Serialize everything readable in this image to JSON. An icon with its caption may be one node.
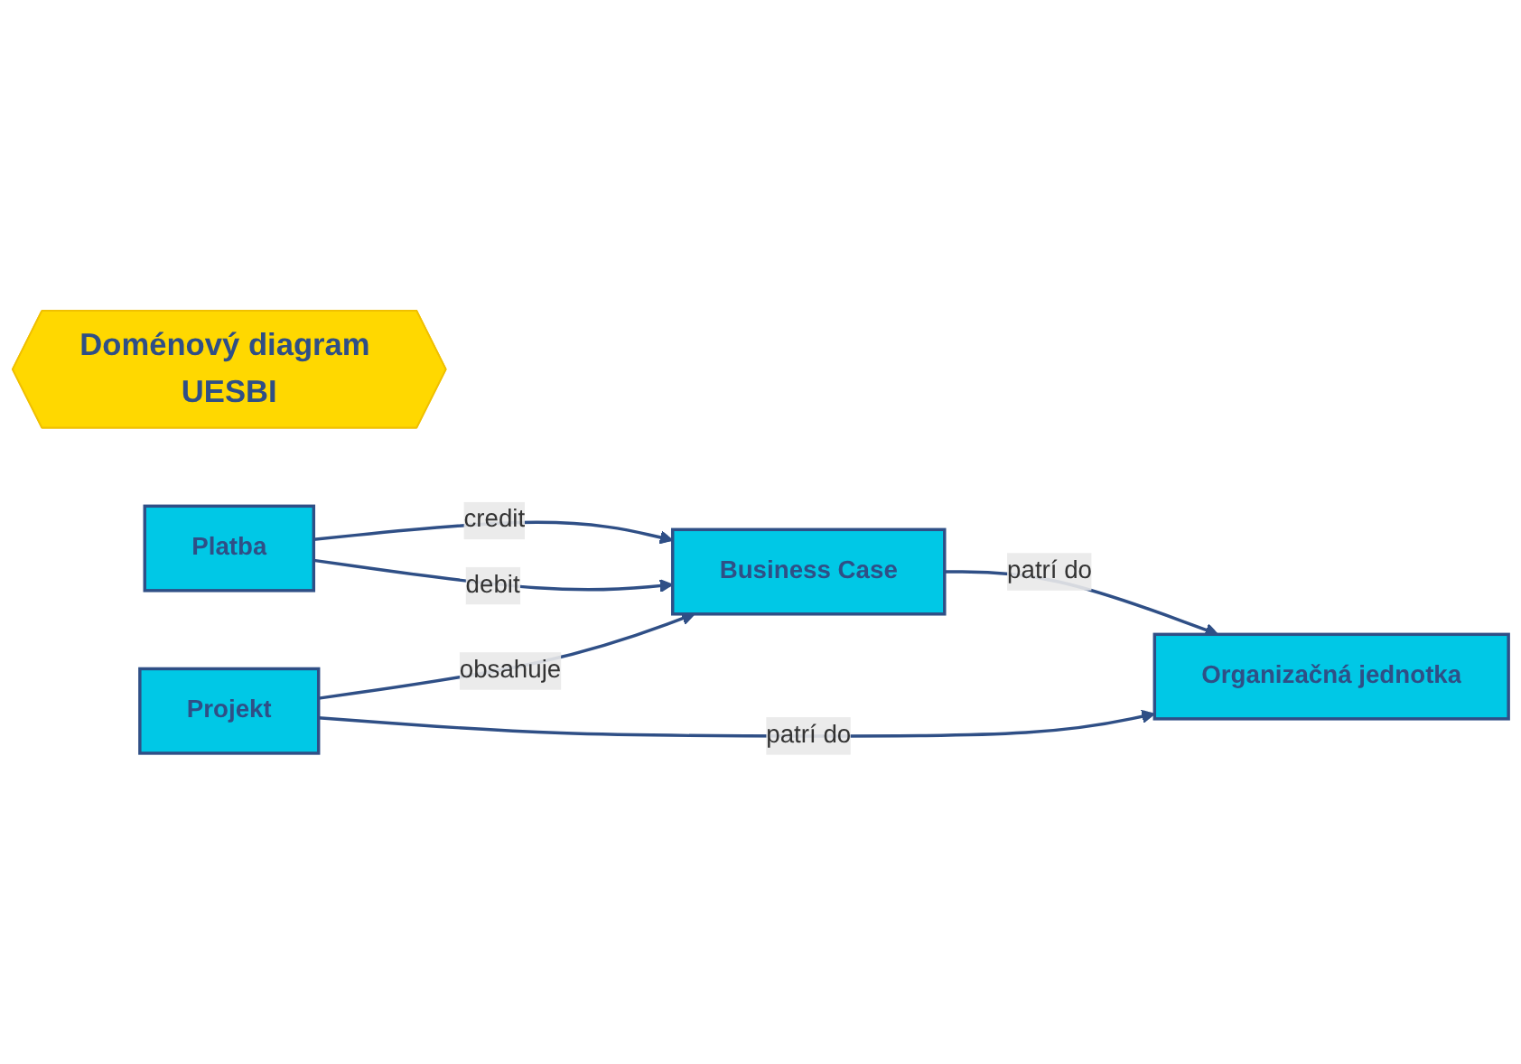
{
  "diagram": {
    "nodes": [
      {
        "text": [
          "Doménový diagram UESBI"
        ]
      },
      {
        "text": [
          "Business Case"
        ]
      },
      {
        "text": [
          "Platba"
        ]
      },
      {
        "text": [
          "Projekt"
        ]
      },
      {
        "text": [
          "Organizačná jednotka"
        ]
      }
    ],
    "edges": [
      {
        "from": 2,
        "to": 1,
        "arrow": "to",
        "label": "credit"
      },
      {
        "from": 2,
        "to": 1,
        "arrow": "to",
        "label": "debit"
      },
      {
        "from": 3,
        "to": 1,
        "arrow": "to",
        "label": "obsahuje"
      },
      {
        "from": 3,
        "to": 4,
        "arrow": "to",
        "label": "patrí do"
      },
      {
        "from": 1,
        "to": 4,
        "arrow": "to",
        "label": "patrí do"
      }
    ]
  }
}
